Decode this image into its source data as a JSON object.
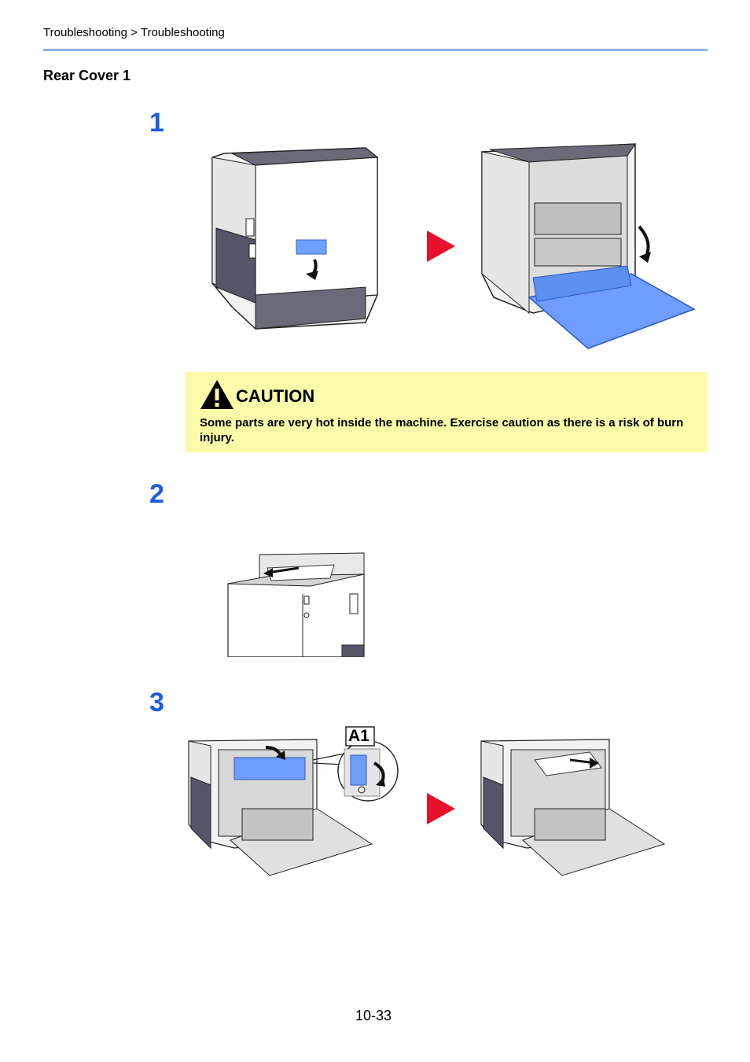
{
  "header": {
    "breadcrumb": "Troubleshooting > Troubleshooting"
  },
  "section": {
    "title": "Rear Cover 1"
  },
  "steps": [
    {
      "number": "1"
    },
    {
      "number": "2"
    },
    {
      "number": "3"
    }
  ],
  "caution": {
    "label": "CAUTION",
    "text": "Some parts are very hot inside the machine. Exercise caution as there is a risk of burn injury."
  },
  "callout": {
    "label": "A1"
  },
  "colors": {
    "accent_blue": "#1a5ce0",
    "rule_blue": "#8fb0ea",
    "caution_bg": "#fbfaa8",
    "arrow_red": "#e8102a",
    "part_blue": "#5b8ff0"
  },
  "icons": [
    "warning-triangle-icon",
    "next-step-arrow-icon"
  ],
  "footer": {
    "page_number": "10-33"
  }
}
